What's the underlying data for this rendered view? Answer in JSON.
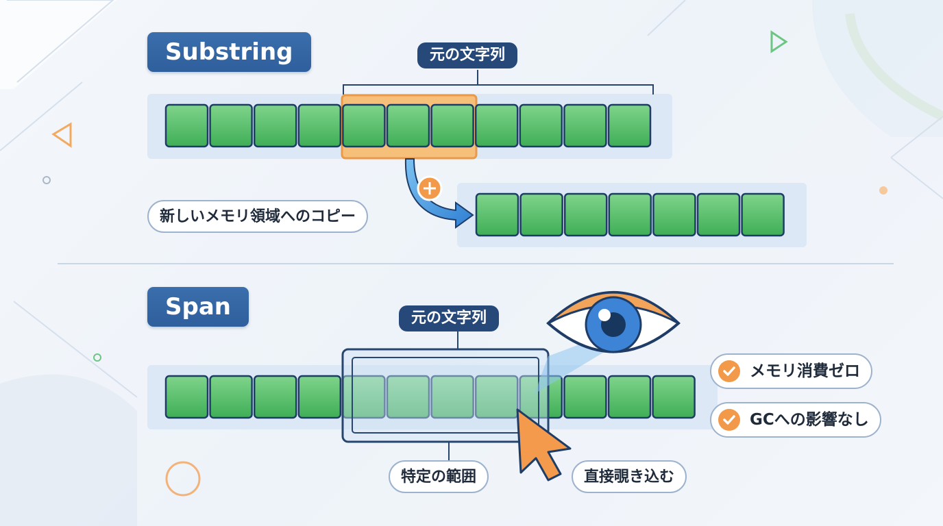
{
  "substring": {
    "title": "Substring",
    "source_tag": "元の文字列",
    "copy_label": "新しいメモリ領域へのコピー",
    "source_cells": 11,
    "copied_cells": 7,
    "highlight_colors": {
      "cell": "#5cc36f",
      "highlight": "#f5b367"
    }
  },
  "span": {
    "title": "Span",
    "source_tag": "元の文字列",
    "range_label": "特定の範囲",
    "view_label": "直接覗き込む",
    "cells": 12,
    "benefits": [
      "メモリ消費ゼロ",
      "GCへの影響なし"
    ]
  },
  "colors": {
    "title_bg": "#2f5f9c",
    "cell_green": "#5cc36f",
    "accent_orange": "#f29a4a",
    "arrow_blue": "#3f8fd9"
  },
  "icons": [
    "plus-icon",
    "copy-arrow-icon",
    "eye-icon",
    "cursor-icon",
    "check-icon"
  ]
}
